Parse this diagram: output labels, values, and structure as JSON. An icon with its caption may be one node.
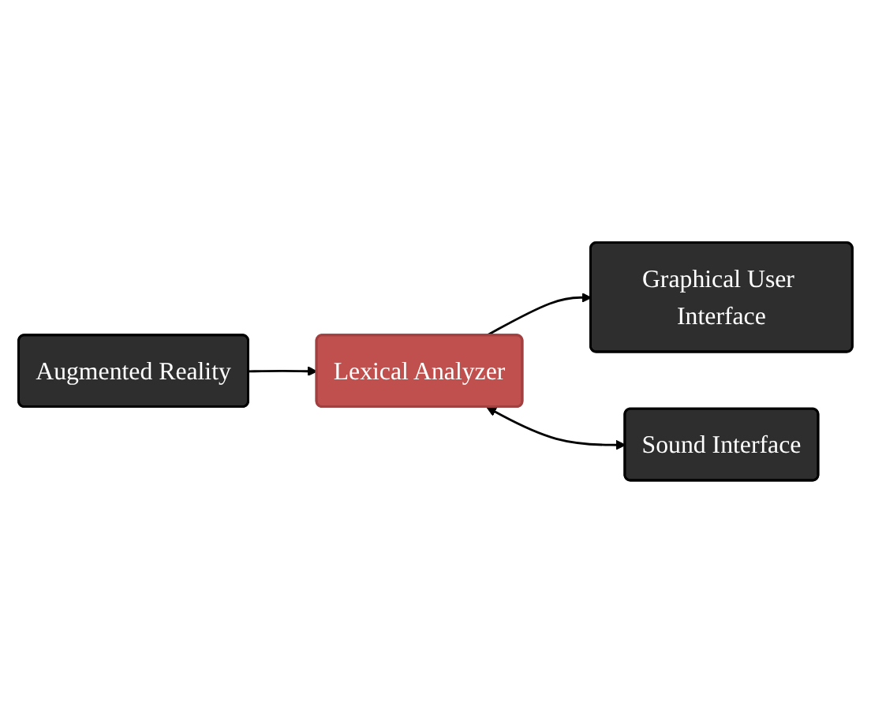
{
  "diagram": {
    "nodes": [
      {
        "text": [
          "Augmented Reality"
        ]
      },
      {
        "text": [
          "Lexical Analyzer"
        ]
      },
      {
        "text": [
          "Graphical User Interface"
        ]
      },
      {
        "text": [
          "Sound Interface"
        ]
      }
    ],
    "edges": [
      {
        "from": 0,
        "to": 1,
        "arrow": "to"
      },
      {
        "from": 1,
        "to": 2,
        "arrow": "to"
      },
      {
        "from": 1,
        "to": 3,
        "arrow": "both"
      }
    ]
  }
}
